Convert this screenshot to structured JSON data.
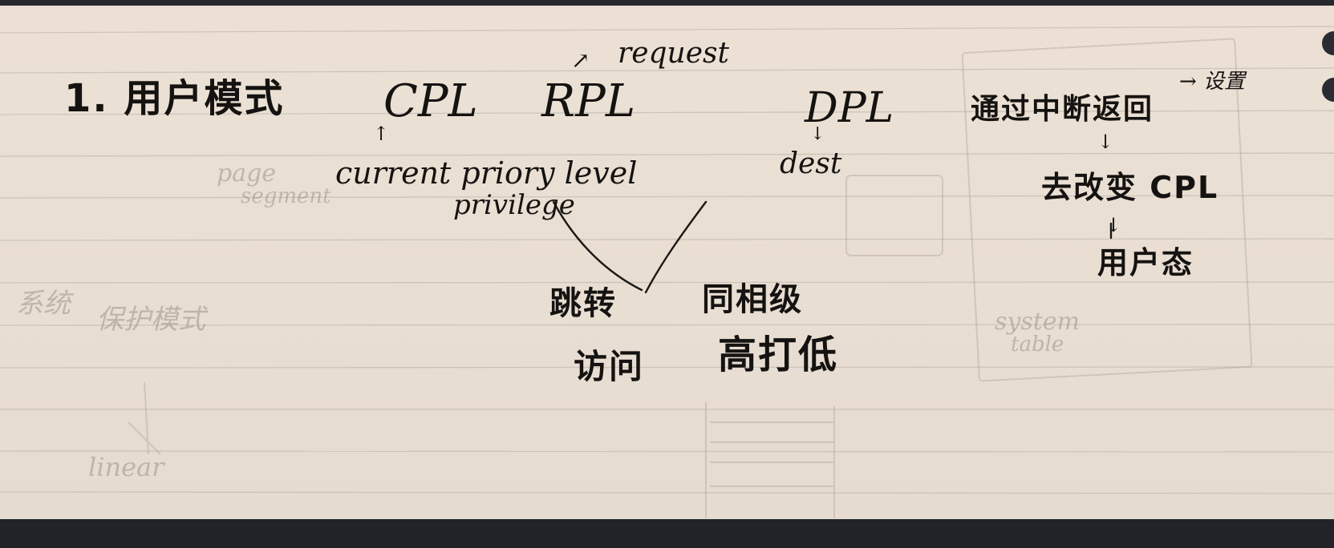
{
  "colors": {
    "paper": "#eadfd3",
    "ink": "#151311",
    "rule_line": "#b9aea6",
    "margin_line": "#d3a9a9",
    "frame": "#212329"
  },
  "notes": {
    "heading": "1. 用户模式",
    "cpl": "CPL",
    "cpl_hint": "↑",
    "cpl_expansion": "current priory level",
    "privilege": "privilege",
    "rpl": "RPL",
    "rpl_arrow": "↗",
    "rpl_expansion": "request",
    "dpl": "DPL",
    "dpl_hint": "↓",
    "dpl_expansion": "dest",
    "outcome_left_1": "跳转",
    "outcome_left_2": "访问",
    "outcome_right_1": "同相级",
    "outcome_right_2": "高打低",
    "side_note_main": "通过中断返回",
    "side_note_arrow": "→ 设置",
    "side_note_down1": "↓",
    "side_note_mid": "去改变 CPL",
    "side_note_down2": "↓",
    "side_note_end": "用户态"
  },
  "bleed_through": {
    "a": "系统",
    "b": "保护模式",
    "c": "page",
    "d": "segment",
    "e": "linear",
    "f": "system",
    "g": "table"
  }
}
